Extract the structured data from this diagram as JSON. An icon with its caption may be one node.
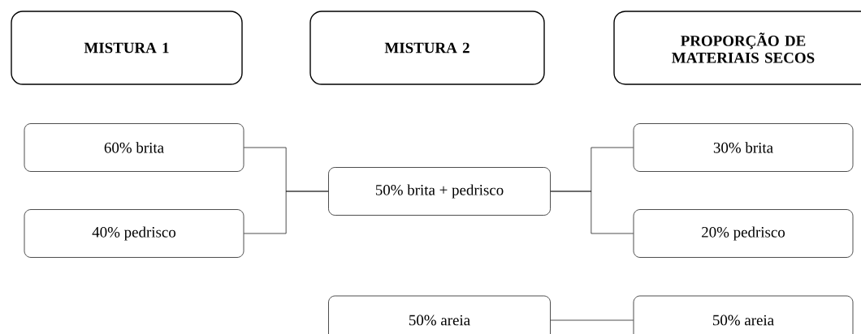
{
  "diagram": {
    "nodes": [
      {
        "text": [
          "MISTURA 1"
        ]
      },
      {
        "text": [
          "MISTURA 2"
        ]
      },
      {
        "text": [
          "PROPORÇÃO DE MATERIAIS SECOS"
        ]
      },
      {
        "text": [
          "60% brita"
        ]
      },
      {
        "text": [
          "40% pedrisco"
        ]
      },
      {
        "text": [
          "50% brita + pedrisco"
        ]
      },
      {
        "text": [
          "30% brita"
        ]
      },
      {
        "text": [
          "20% pedrisco"
        ]
      },
      {
        "text": [
          "50% areia"
        ]
      },
      {
        "text": [
          "50% areia"
        ]
      }
    ],
    "edges": [
      {
        "from": 3,
        "to": 5,
        "arrow": "none"
      },
      {
        "from": 4,
        "to": 5,
        "arrow": "none"
      },
      {
        "from": 5,
        "to": 6,
        "arrow": "none"
      },
      {
        "from": 5,
        "to": 7,
        "arrow": "none"
      },
      {
        "from": 8,
        "to": 9,
        "arrow": "none"
      }
    ]
  }
}
